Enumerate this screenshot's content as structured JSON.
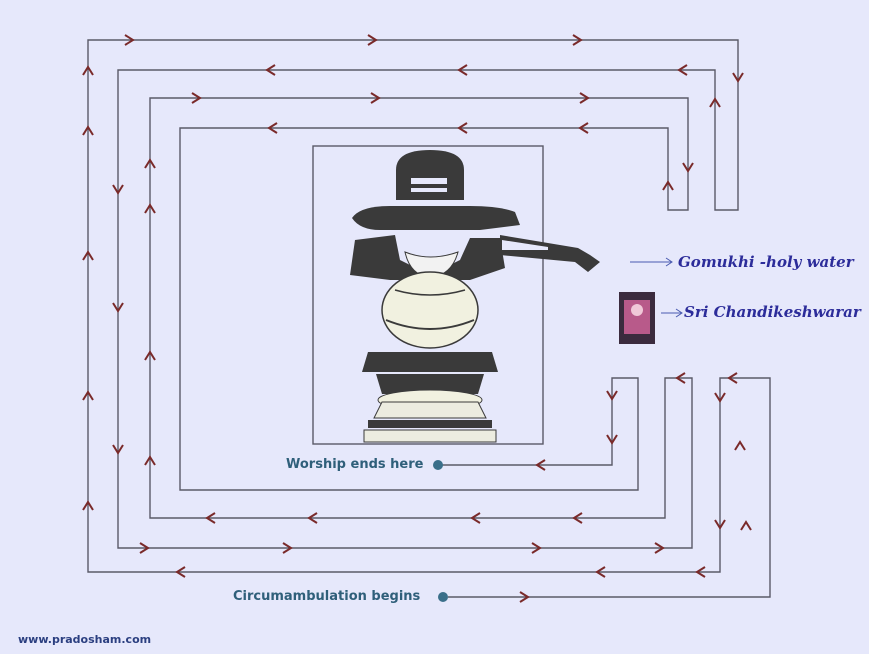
{
  "labels": {
    "gomukhi": "Gomukhi -holy water",
    "chandikeshwarar": "Sri Chandikeshwarar",
    "worship_ends": "Worship ends here",
    "circumambulation_begins": "Circumambulation begins",
    "website": "www.pradosham.com"
  },
  "colors": {
    "background": "#e6e8fb",
    "path_line": "#5a5a68",
    "arrow": "#7a2a2a",
    "marker_dot": "#3a6f8a",
    "label_blue": "#2c2c9a"
  },
  "icons": {
    "shiva_lingam": "lingam-with-nandi-drawing",
    "chandikeshwarar": "deity-thumbnail"
  }
}
